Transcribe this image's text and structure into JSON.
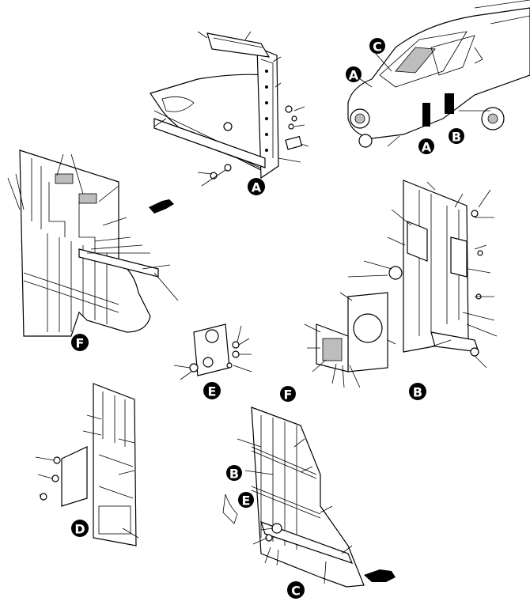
{
  "callouts": {
    "a_view_main": "A",
    "b_view_main": "B",
    "c_view_main": "C",
    "d_view_main": "D",
    "e_view_main": "E",
    "f_view_main": "F",
    "heli_a_top": "A",
    "heli_a_bottom": "A",
    "heli_b": "B",
    "heli_c": "C",
    "c_detail_f": "F",
    "c_detail_b": "B",
    "c_detail_e": "E"
  },
  "colors": {
    "ink": "#000000",
    "paper": "#ffffff",
    "shade": "#bdbdbd"
  }
}
